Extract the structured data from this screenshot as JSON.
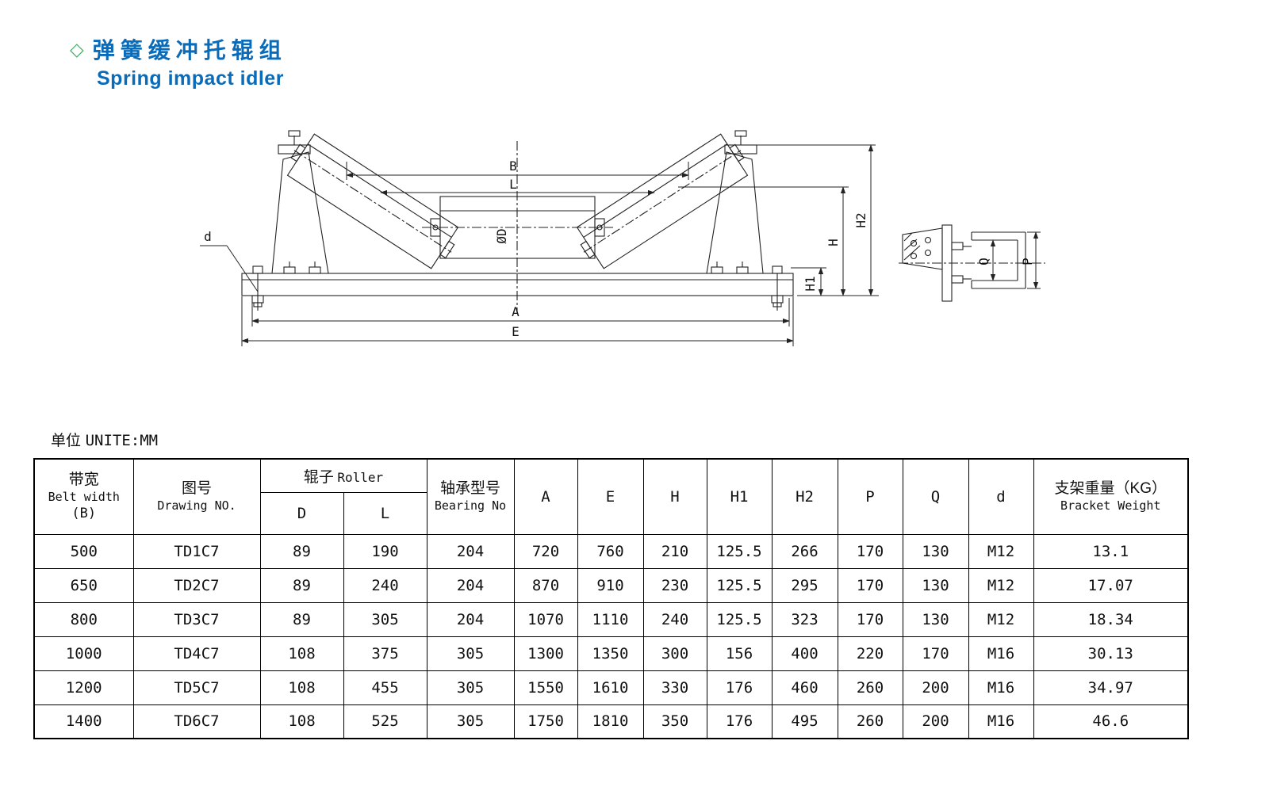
{
  "title": {
    "bullet": "◇",
    "zh": "弹簧缓冲托辊组",
    "en": "Spring impact idler",
    "accent_color": "#0a6bb8",
    "bullet_color": "#3fae62"
  },
  "unit": {
    "zh": "单位",
    "en": "UNITE:MM"
  },
  "drawing": {
    "labels": {
      "B": "B",
      "L": "L",
      "OD": "ØD",
      "d": "d",
      "A": "A",
      "E": "E",
      "H1": "H1",
      "H": "H",
      "H2": "H2",
      "Q": "Q",
      "P": "P"
    }
  },
  "table": {
    "headers": {
      "belt": {
        "zh": "带宽",
        "en": "Belt width",
        "sub": "(B)"
      },
      "drawing_no": {
        "zh": "图号",
        "en": "Drawing NO."
      },
      "roller": {
        "zh": "辊子",
        "en": "Roller",
        "d": "D",
        "l": "L"
      },
      "bearing": {
        "zh": "轴承型号",
        "en": "Bearing No"
      },
      "dim_a": "A",
      "dim_e": "E",
      "dim_h": "H",
      "dim_h1": "H1",
      "dim_h2": "H2",
      "dim_p": "P",
      "dim_q": "Q",
      "dim_d": "d",
      "weight": {
        "zh": "支架重量（KG）",
        "en": "Bracket Weight"
      }
    },
    "rows": [
      [
        "500",
        "TD1C7",
        "89",
        "190",
        "204",
        "720",
        "760",
        "210",
        "125.5",
        "266",
        "170",
        "130",
        "M12",
        "13.1"
      ],
      [
        "650",
        "TD2C7",
        "89",
        "240",
        "204",
        "870",
        "910",
        "230",
        "125.5",
        "295",
        "170",
        "130",
        "M12",
        "17.07"
      ],
      [
        "800",
        "TD3C7",
        "89",
        "305",
        "204",
        "1070",
        "1110",
        "240",
        "125.5",
        "323",
        "170",
        "130",
        "M12",
        "18.34"
      ],
      [
        "1000",
        "TD4C7",
        "108",
        "375",
        "305",
        "1300",
        "1350",
        "300",
        "156",
        "400",
        "220",
        "170",
        "M16",
        "30.13"
      ],
      [
        "1200",
        "TD5C7",
        "108",
        "455",
        "305",
        "1550",
        "1610",
        "330",
        "176",
        "460",
        "260",
        "200",
        "M16",
        "34.97"
      ],
      [
        "1400",
        "TD6C7",
        "108",
        "525",
        "305",
        "1750",
        "1810",
        "350",
        "176",
        "495",
        "260",
        "200",
        "M16",
        "46.6"
      ]
    ]
  }
}
